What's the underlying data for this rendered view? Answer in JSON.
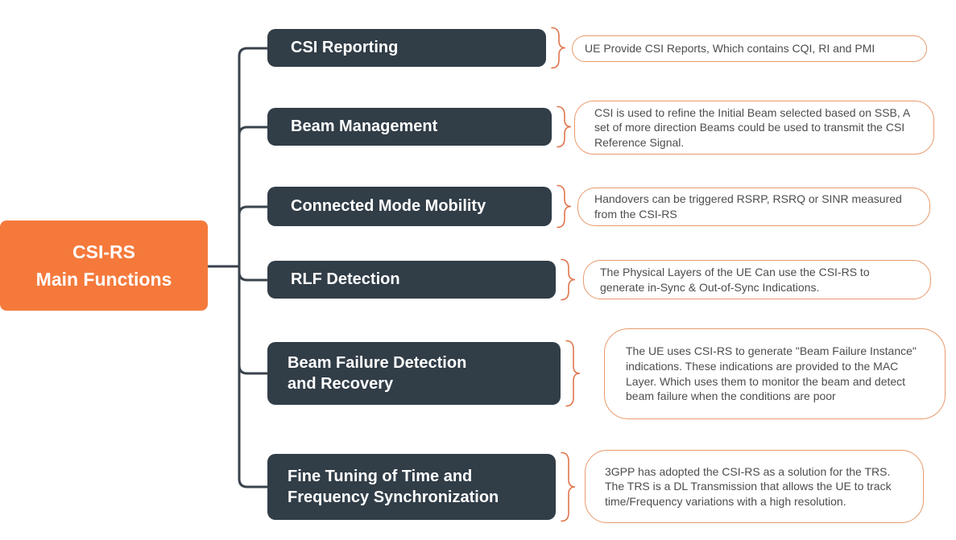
{
  "title": "CSI-RS Main Functions mindmap",
  "root": {
    "label": "CSI-RS\nMain Functions"
  },
  "branches": [
    {
      "label": "CSI Reporting",
      "desc": "UE Provide CSI Reports, Which contains CQI, RI and PMI"
    },
    {
      "label": "Beam Management",
      "desc": "CSI is used to refine the Initial Beam selected based on SSB, A set of more direction Beams could be used to transmit the CSI Reference Signal."
    },
    {
      "label": "Connected Mode Mobility",
      "desc": "Handovers can be triggered RSRP, RSRQ or SINR measured from the CSI-RS"
    },
    {
      "label": "RLF Detection",
      "desc": "The Physical Layers of the UE Can use the CSI-RS to generate in-Sync & Out-of-Sync Indications."
    },
    {
      "label": "Beam Failure Detection\nand Recovery",
      "desc": "The UE uses CSI-RS to generate \"Beam Failure Instance\" indications. These indications are provided to the MAC Layer. Which uses them to monitor the beam and detect beam failure when the conditions are poor"
    },
    {
      "label": "Fine Tuning of Time and\nFrequency Synchronization",
      "desc": "3GPP has adopted the CSI-RS as a solution for the TRS. The TRS is a DL Transmission that allows the UE to track time/Frequency variations with a high resolution."
    }
  ],
  "colors": {
    "accent": "#F5793B",
    "node-bg": "#313D47",
    "line": "#3A434C",
    "brace": "#E0764E",
    "bubble-border": "#E89A6D",
    "bubble-text": "#4D4D4D"
  }
}
